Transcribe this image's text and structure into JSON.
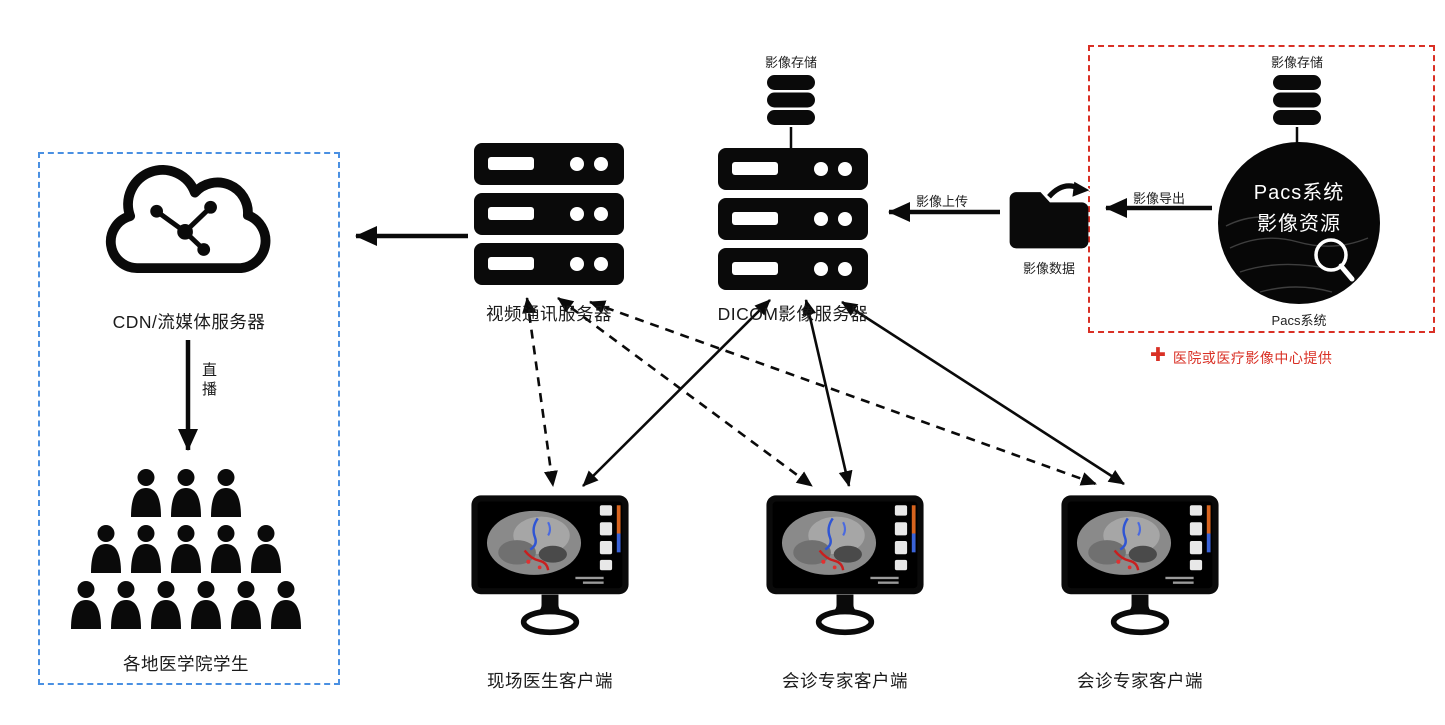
{
  "pacs": {
    "storage_label": "影像存储",
    "circle_title": "Pacs系统",
    "circle_subtitle": "影像资源",
    "caption": "Pacs系统",
    "note_plus": "✚",
    "note_text": "医院或医疗影像中心提供"
  },
  "servers": {
    "dicom_storage_label": "影像存储",
    "dicom_label": "DICOM影像服务器",
    "video_label": "视频通讯服务器"
  },
  "flows": {
    "export_label": "影像导出",
    "upload_label": "影像上传",
    "folder_label": "影像数据",
    "live_label": "直播"
  },
  "cdn": {
    "label": "CDN/流媒体服务器"
  },
  "students": {
    "label": "各地医学院学生"
  },
  "clients": [
    {
      "label": "现场医生客户端"
    },
    {
      "label": "会诊专家客户端"
    },
    {
      "label": "会诊专家客户端"
    }
  ],
  "colors": {
    "red": "#d93025",
    "blue": "#4a90e2",
    "line": "#0a0a0a"
  }
}
